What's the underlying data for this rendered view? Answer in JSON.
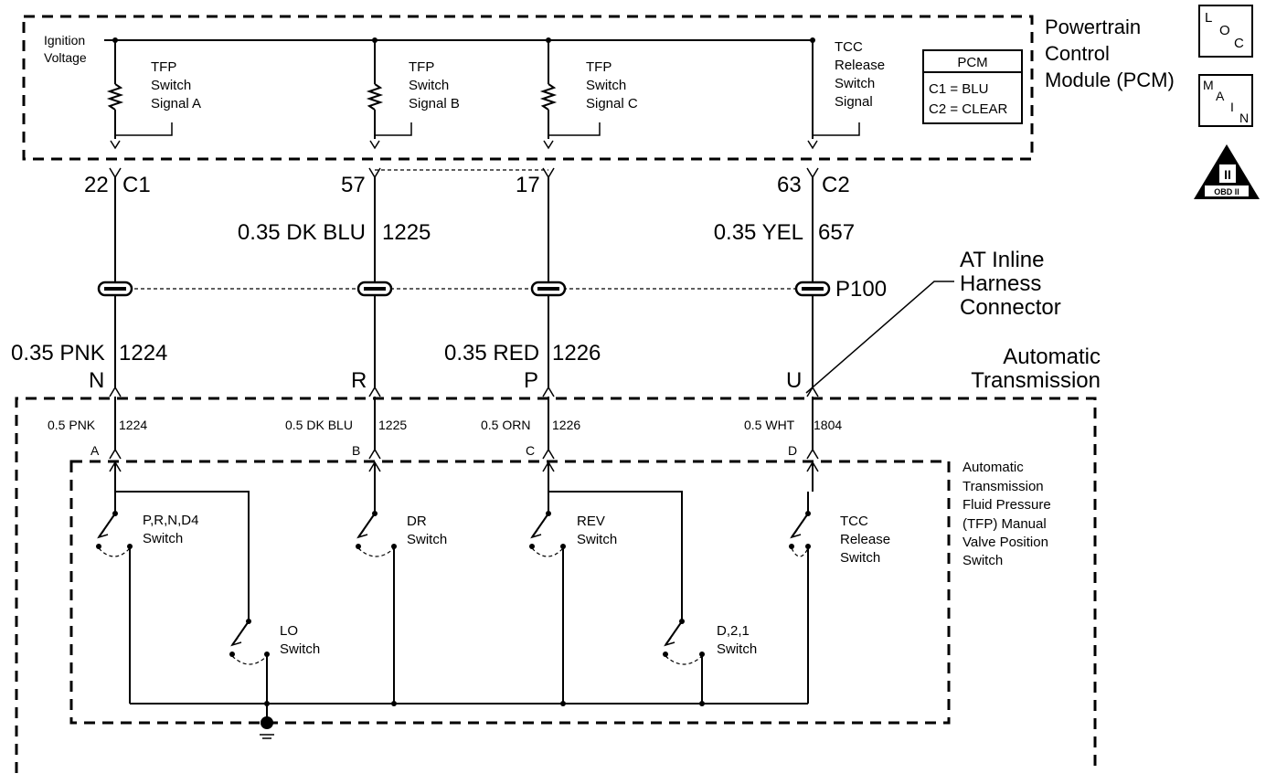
{
  "pcm": {
    "title_line1": "Powertrain",
    "title_line2": "Control",
    "title_line3": "Module (PCM)",
    "ign_line1": "Ignition",
    "ign_line2": "Voltage",
    "sig_a": [
      "TFP",
      "Switch",
      "Signal A"
    ],
    "sig_b": [
      "TFP",
      "Switch",
      "Signal B"
    ],
    "sig_c": [
      "TFP",
      "Switch",
      "Signal C"
    ],
    "tcc": [
      "TCC",
      "Release",
      "Switch",
      "Signal"
    ],
    "table_title": "PCM",
    "table_row1": "C1 = BLU",
    "table_row2": "C2 = CLEAR"
  },
  "badges": {
    "loc": [
      "L",
      "O",
      "C"
    ],
    "main": [
      "M",
      "A",
      "I",
      "N"
    ],
    "obd_numeral": "II",
    "obd_text": "OBD II"
  },
  "pins": {
    "p22": "22",
    "c1": "C1",
    "p57": "57",
    "p17": "17",
    "p63": "63",
    "c2": "C2"
  },
  "wires_upper": {
    "dkblu": "0.35 DK BLU",
    "dkblu_num": "1225",
    "yel": "0.35 YEL",
    "yel_num": "657"
  },
  "connector": {
    "p100": "P100",
    "at_line1": "AT Inline",
    "at_line2": "Harness",
    "at_line3": "Connector"
  },
  "wires_mid": {
    "pnk": "0.35 PNK",
    "pnk_num": "1224",
    "red": "0.35 RED",
    "red_num": "1226"
  },
  "pin_letters": {
    "n": "N",
    "r": "R",
    "p": "P",
    "u": "U"
  },
  "transmission": {
    "line1": "Automatic",
    "line2": "Transmission"
  },
  "wires_lower": {
    "pnk": "0.5 PNK",
    "pnk_num": "1224",
    "dkblu": "0.5 DK BLU",
    "dkblu_num": "1225",
    "orn": "0.5 ORN",
    "orn_num": "1226",
    "wht": "0.5 WHT",
    "wht_num": "1804"
  },
  "switch_pins": {
    "a": "A",
    "b": "B",
    "c": "C",
    "d": "D"
  },
  "tfp_assembly": [
    "Automatic",
    "Transmission",
    "Fluid Pressure",
    "(TFP) Manual",
    "Valve Position",
    "Switch"
  ],
  "switches": {
    "prnd4": [
      "P,R,N,D4",
      "Switch"
    ],
    "dr": [
      "DR",
      "Switch"
    ],
    "rev": [
      "REV",
      "Switch"
    ],
    "tcc": [
      "TCC",
      "Release",
      "Switch"
    ],
    "lo": [
      "LO",
      "Switch"
    ],
    "d21": [
      "D,2,1",
      "Switch"
    ]
  }
}
